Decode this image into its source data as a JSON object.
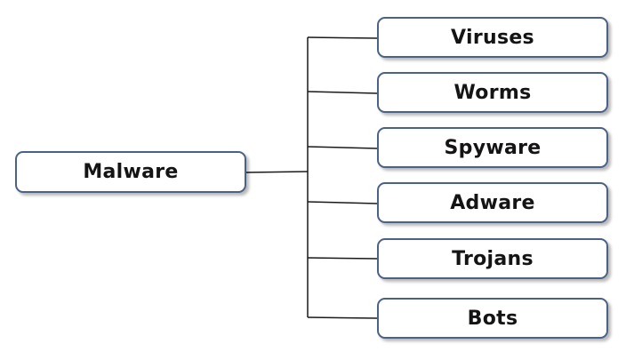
{
  "root": {
    "label": "Malware"
  },
  "children": [
    {
      "label": "Viruses"
    },
    {
      "label": "Worms"
    },
    {
      "label": "Spyware"
    },
    {
      "label": "Adware"
    },
    {
      "label": "Trojans"
    },
    {
      "label": "Bots"
    }
  ],
  "colors": {
    "box_border": "#4a6286",
    "line": "#1a1a1a",
    "text": "#141414"
  }
}
